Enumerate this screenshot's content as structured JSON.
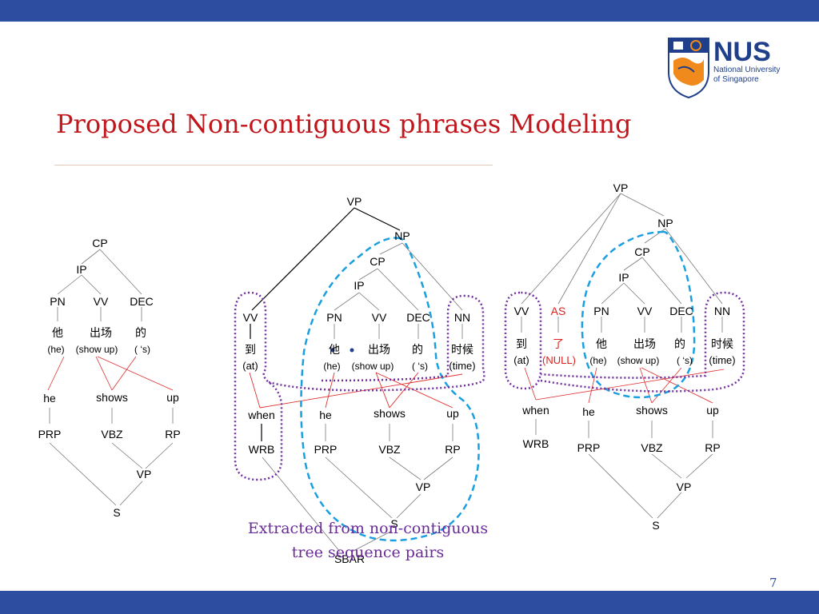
{
  "slide": {
    "title": "Proposed Non-contiguous phrases Modeling",
    "page_number": "7",
    "caption_line1": "Extracted from non-contiguous",
    "caption_line2": "tree sequence pairs",
    "accent_color": "#2c4da0",
    "title_color": "#c0161c"
  },
  "logo": {
    "name": "NUS",
    "sub1": "National University",
    "sub2": "of Singapore"
  },
  "trees": {
    "left": {
      "nodes": {
        "cp": "CP",
        "ip": "IP",
        "pn": "PN",
        "vv": "VV",
        "dec": "DEC",
        "w_ta": "他",
        "w_chuchang": "出场",
        "w_de": "的",
        "g_he": "(he)",
        "g_show": "(show up)",
        "g_s": "( ‘s)",
        "e_he": "he",
        "e_shows": "shows",
        "e_up": "up",
        "prp": "PRP",
        "vbz": "VBZ",
        "rp": "RP",
        "vp": "VP",
        "s": "S"
      }
    },
    "middle": {
      "nodes": {
        "vp": "VP",
        "np": "NP",
        "cp": "CP",
        "ip": "IP",
        "vv": "VV",
        "pn": "PN",
        "vv2": "VV",
        "dec": "DEC",
        "nn": "NN",
        "w_dao": "到",
        "g_at": "(at)",
        "w_ta": "他",
        "w_chuchang": "出场",
        "w_de": "的",
        "w_shihou": "时候",
        "g_time": "(time)",
        "g_he": "(he)",
        "g_show": "(show up)",
        "g_s": "( ‘s)",
        "e_when": "when",
        "e_he": "he",
        "e_shows": "shows",
        "e_up": "up",
        "wrb": "WRB",
        "prp": "PRP",
        "vbz": "VBZ",
        "rp": "RP",
        "vp2": "VP",
        "s": "S",
        "sbar": "SBAR"
      }
    },
    "right": {
      "nodes": {
        "vp": "VP",
        "np": "NP",
        "cp": "CP",
        "ip": "IP",
        "vv": "VV",
        "as": "AS",
        "pn": "PN",
        "vv2": "VV",
        "dec": "DEC",
        "nn": "NN",
        "w_dao": "到",
        "g_at": "(at)",
        "w_le": "了",
        "g_null": "(NULL)",
        "w_ta": "他",
        "w_chuchang": "出场",
        "w_de": "的",
        "w_shihou": "时候",
        "g_he": "(he)",
        "g_show": "(show up)",
        "g_s": "( ‘s)",
        "g_time": "(time)",
        "e_when": "when",
        "e_he": "he",
        "e_shows": "shows",
        "e_up": "up",
        "wrb": "WRB",
        "prp": "PRP",
        "vbz": "VBZ",
        "rp": "RP",
        "vp2": "VP",
        "s": "S"
      }
    }
  }
}
